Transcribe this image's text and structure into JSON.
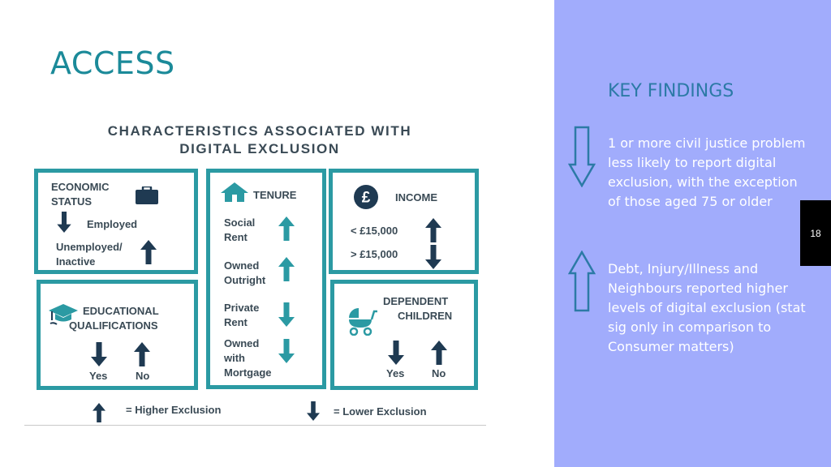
{
  "slide": {
    "title": "ACCESS",
    "page_number": "18"
  },
  "infographic": {
    "title_line1": "CHARACTERISTICS ASSOCIATED WITH",
    "title_line2": "DIGITAL EXCLUSION",
    "economic": {
      "heading_line1": "ECONOMIC",
      "heading_line2": "STATUS",
      "employed": "Employed",
      "unemployed_line1": "Unemployed/",
      "unemployed_line2": "Inactive"
    },
    "tenure": {
      "heading": "TENURE",
      "social_line1": "Social",
      "social_line2": "Rent",
      "owned_line1": "Owned",
      "owned_line2": "Outright",
      "private_line1": "Private",
      "private_line2": "Rent",
      "mortgage_line1": "Owned",
      "mortgage_line2": "with",
      "mortgage_line3": "Mortgage"
    },
    "income": {
      "heading": "INCOME",
      "currency_symbol": "£",
      "low": "< £15,000",
      "high": "> £15,000"
    },
    "education": {
      "heading_line1": "EDUCATIONAL",
      "heading_line2": "QUALIFICATIONS",
      "yes": "Yes",
      "no": "No"
    },
    "children": {
      "heading_line1": "DEPENDENT",
      "heading_line2": "CHILDREN",
      "yes": "Yes",
      "no": "No"
    },
    "legend": {
      "higher": "= Higher Exclusion",
      "lower": "= Lower Exclusion"
    }
  },
  "key_findings": {
    "heading": "KEY FINDINGS",
    "finding1": "1 or more civil justice problem less likely to report digital exclusion, with the exception of those aged 75 or older",
    "finding2": "Debt, Injury/Illness and Neighbours reported higher levels of digital exclusion (stat sig only in comparison to Consumer matters)"
  },
  "colors": {
    "teal": "#2b9aa3",
    "text_dark": "#3a4a55",
    "panel_bg": "#a1acfc",
    "key_findings_blue": "#2c7aa6"
  }
}
